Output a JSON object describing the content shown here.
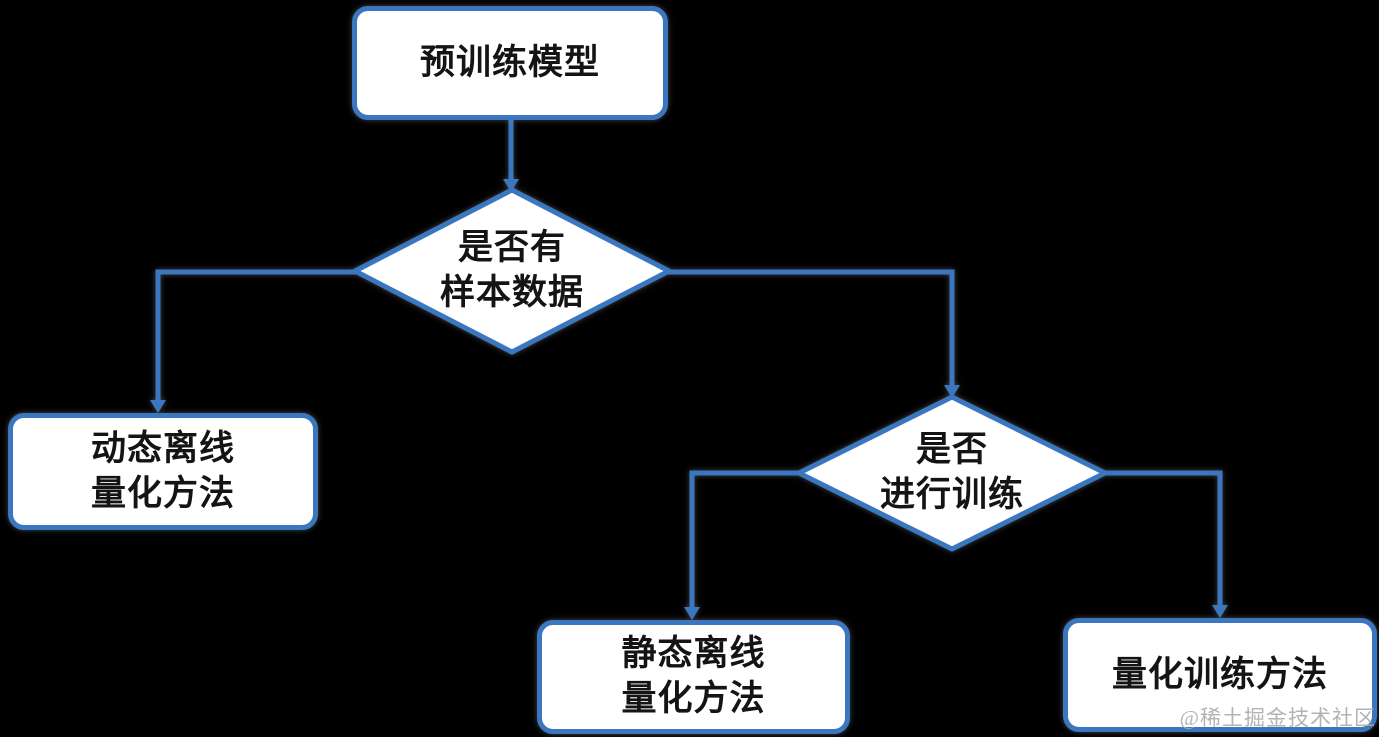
{
  "canvas": {
    "background": "#000000",
    "accent": "#3B77C0",
    "node_fill": "#FFFFFF",
    "text_color": "#141414"
  },
  "nodes": {
    "pretrained": {
      "label": "预训练模型"
    },
    "has_sample_data": {
      "line1": "是否有",
      "line2": "样本数据"
    },
    "dynamic_offline": {
      "line1": "动态离线",
      "line2": "量化方法"
    },
    "do_training": {
      "line1": "是否",
      "line2": "进行训练"
    },
    "static_offline": {
      "line1": "静态离线",
      "line2": "量化方法"
    },
    "quant_training": {
      "label": "量化训练方法"
    }
  },
  "watermark": {
    "text": "@稀土掘金技术社区",
    "color": "#ACACAC"
  }
}
